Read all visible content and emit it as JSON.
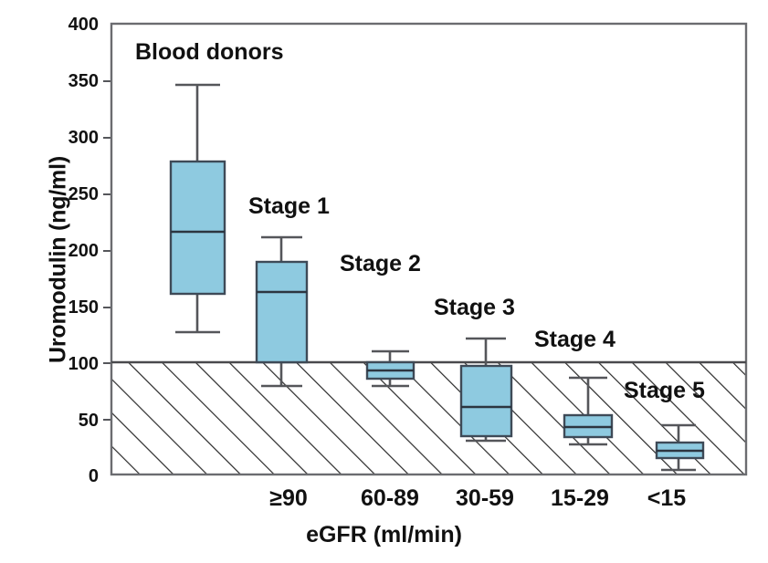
{
  "chart_data": {
    "type": "box",
    "title": "",
    "xlabel": "eGFR (ml/min)",
    "ylabel": "Uromodulin (ng/ml)",
    "ylim": [
      0,
      400
    ],
    "ytick_values": [
      0,
      50,
      100,
      150,
      200,
      250,
      300,
      350,
      400
    ],
    "ytick_labels": [
      "0",
      "50",
      "100",
      "150",
      "200",
      "250",
      "300",
      "350",
      "400"
    ],
    "grid": false,
    "legend_position": "inline-annotations",
    "reference_line": 100,
    "reference_region": "hatched area below 100 ng/ml",
    "categories": [
      "",
      "≥90",
      "60-89",
      "30-59",
      "15-29",
      "<15"
    ],
    "group_labels": [
      "Blood donors",
      "Stage 1",
      "Stage 2",
      "Stage 3",
      "Stage 4",
      "Stage 5"
    ],
    "boxes": [
      {
        "group": "Blood donors",
        "xtick": "",
        "whisker_low": 126,
        "q1": 160,
        "median": 215,
        "q3": 277,
        "whisker_high": 345
      },
      {
        "group": "Stage 1",
        "xtick": "≥90",
        "whisker_low": 78,
        "q1": 100,
        "median": 162,
        "q3": 188,
        "whisker_high": 210
      },
      {
        "group": "Stage 2",
        "xtick": "60-89",
        "whisker_low": 79,
        "q1": 85,
        "median": 92,
        "q3": 99,
        "whisker_high": 109
      },
      {
        "group": "Stage 3",
        "xtick": "30-59",
        "whisker_low": 31,
        "q1": 34,
        "median": 60,
        "q3": 96,
        "whisker_high": 120
      },
      {
        "group": "Stage 4",
        "xtick": "15-29",
        "whisker_low": 27,
        "q1": 33,
        "median": 42,
        "q3": 53,
        "whisker_high": 86
      },
      {
        "group": "Stage 5",
        "xtick": "<15",
        "whisker_low": 4,
        "q1": 15,
        "median": 22,
        "q3": 28,
        "whisker_high": 44
      }
    ],
    "colors": {
      "box_fill": "#8ecae0",
      "box_stroke": "#3e4a57",
      "axis": "#6b6c70",
      "hatch": "#2a2a2a",
      "text": "#111111"
    }
  },
  "ylabel_text": "Uromodulin (ng/ml)",
  "xlabel_text": "eGFR (ml/min)",
  "yticks": [
    "400",
    "350",
    "300",
    "250",
    "200",
    "150",
    "100",
    "50",
    "0"
  ],
  "xticks": [
    "≥90",
    "60-89",
    "30-59",
    "15-29",
    "<15"
  ],
  "annotations": [
    "Blood donors",
    "Stage 1",
    "Stage 2",
    "Stage 3",
    "Stage 4",
    "Stage 5"
  ]
}
